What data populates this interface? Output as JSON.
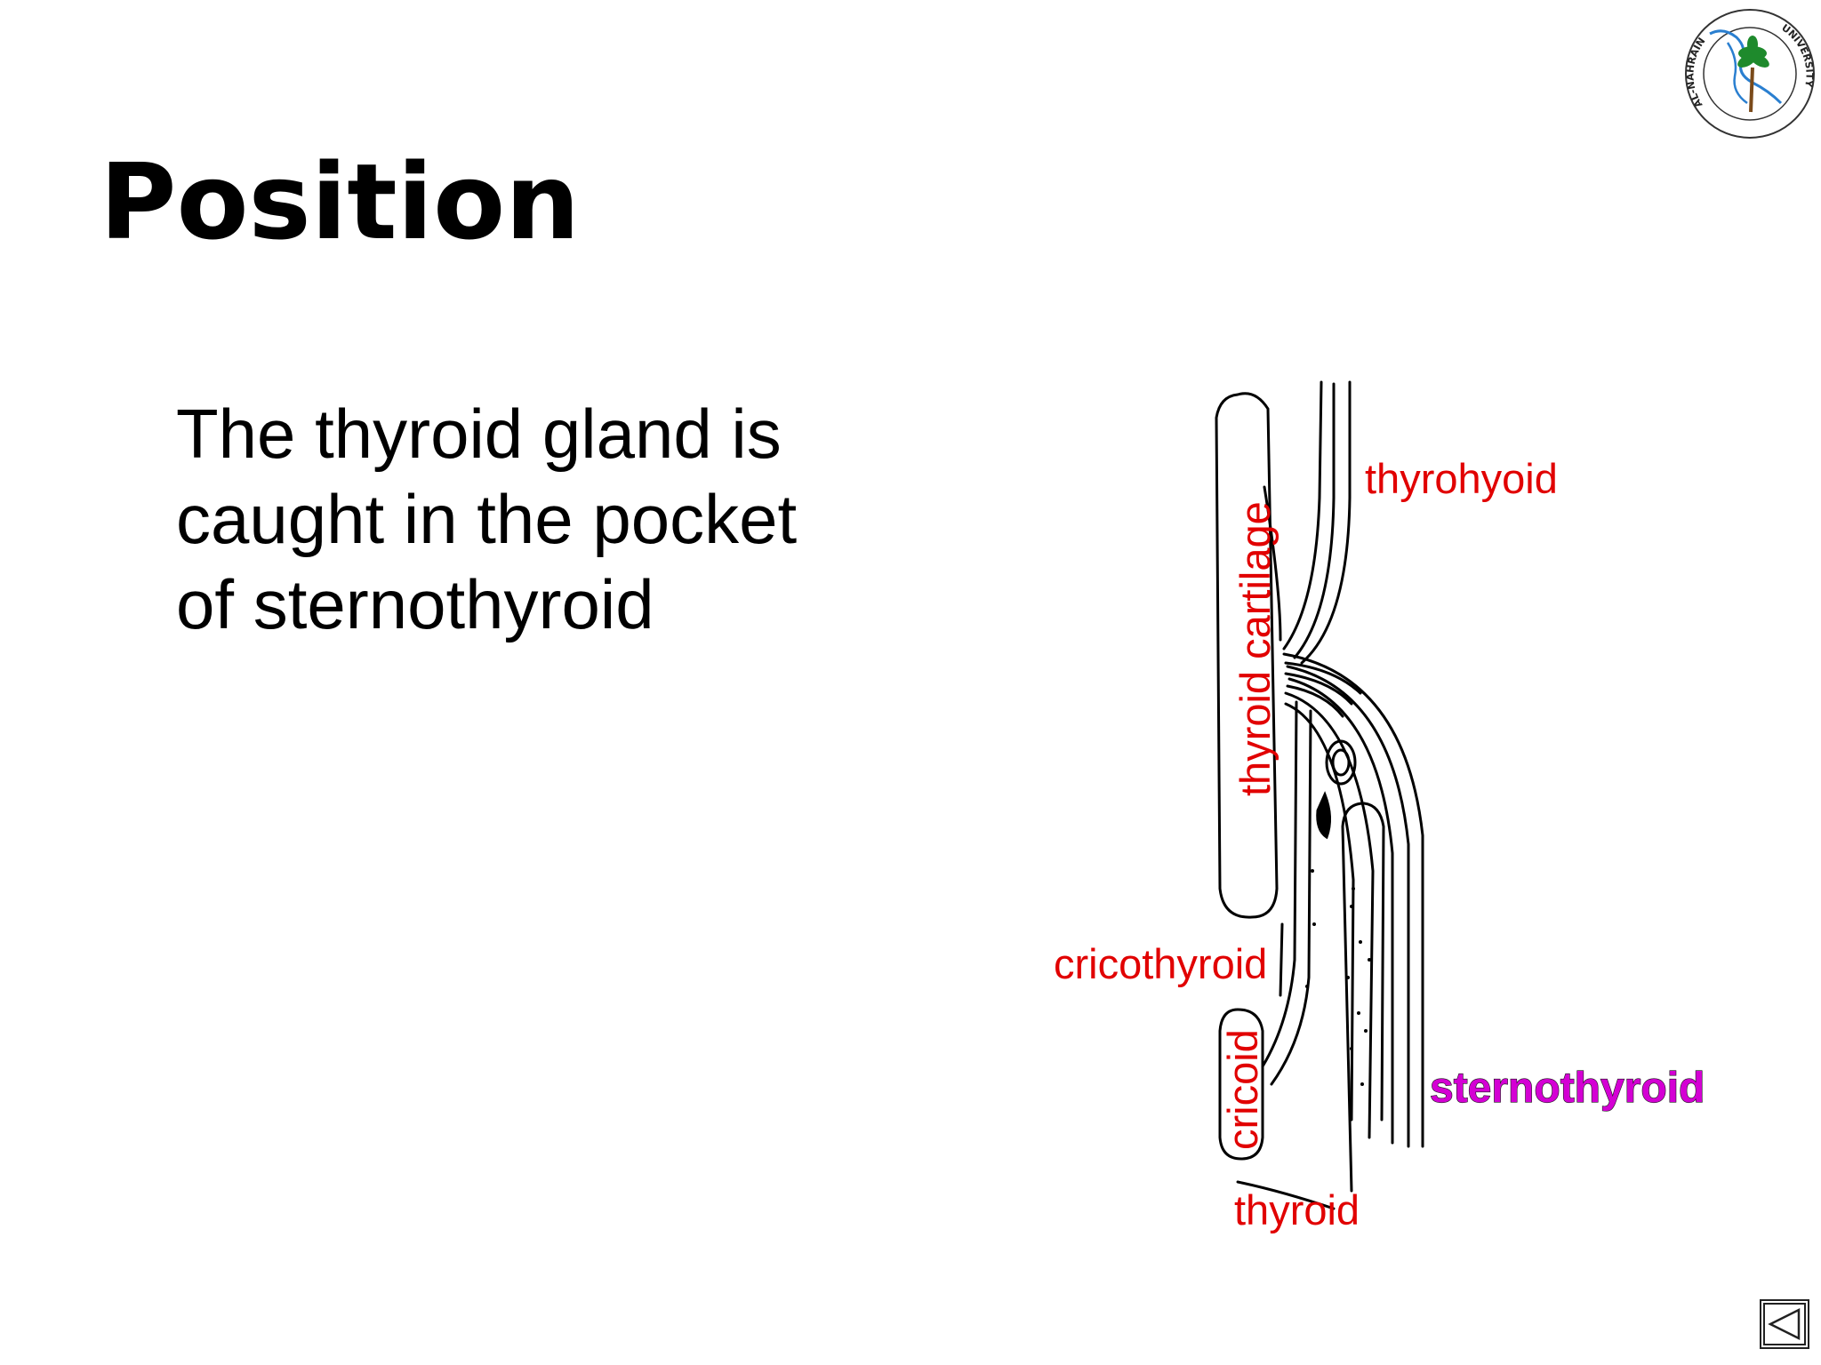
{
  "slide": {
    "title": "Position",
    "body_lines": [
      "The thyroid gland is",
      "caught in the pocket",
      "of sternothyroid"
    ]
  },
  "logo": {
    "name": "al-nahrain-university-seal",
    "text_latin_left": "AL-NAHRAIN",
    "text_latin_right": "UNIVERSITY"
  },
  "diagram": {
    "labels": {
      "thyrohyoid": "thyrohyoid",
      "thyroid_cartilage": "thyroid cartilage",
      "cricothyroid": "cricothyroid",
      "cricoid": "cricoid",
      "sternothyroid": "sternothyroid",
      "thyroid": "thyroid"
    },
    "label_color": "#e10000",
    "highlight_color": "#d400d4"
  },
  "nav": {
    "icon": "back-triangle-icon"
  }
}
